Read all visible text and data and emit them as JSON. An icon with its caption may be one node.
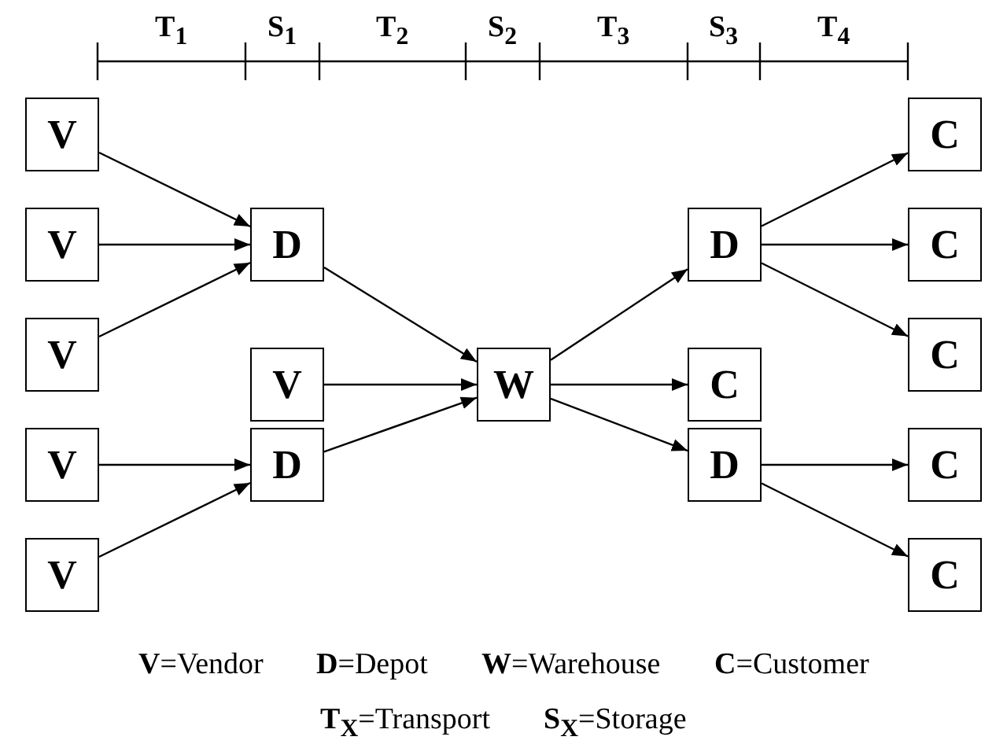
{
  "diagram": {
    "nodes": [
      {
        "text": [
          "V"
        ]
      },
      {
        "text": [
          "V"
        ]
      },
      {
        "text": [
          "V"
        ]
      },
      {
        "text": [
          "V"
        ]
      },
      {
        "text": [
          "V"
        ]
      },
      {
        "text": [
          "D"
        ]
      },
      {
        "text": [
          "V"
        ]
      },
      {
        "text": [
          "D"
        ]
      },
      {
        "text": [
          "W"
        ]
      },
      {
        "text": [
          "D"
        ]
      },
      {
        "text": [
          "C"
        ]
      },
      {
        "text": [
          "D"
        ]
      },
      {
        "text": [
          "C"
        ]
      },
      {
        "text": [
          "C"
        ]
      },
      {
        "text": [
          "C"
        ]
      },
      {
        "text": [
          "C"
        ]
      },
      {
        "text": [
          "C"
        ]
      }
    ],
    "edges": [
      {
        "from": 0,
        "to": 5,
        "arrow": "to"
      },
      {
        "from": 1,
        "to": 5,
        "arrow": "to"
      },
      {
        "from": 2,
        "to": 5,
        "arrow": "to"
      },
      {
        "from": 3,
        "to": 7,
        "arrow": "to"
      },
      {
        "from": 4,
        "to": 7,
        "arrow": "to"
      },
      {
        "from": 5,
        "to": 8,
        "arrow": "to"
      },
      {
        "from": 6,
        "to": 8,
        "arrow": "to"
      },
      {
        "from": 7,
        "to": 8,
        "arrow": "to"
      },
      {
        "from": 8,
        "to": 9,
        "arrow": "to"
      },
      {
        "from": 8,
        "to": 10,
        "arrow": "to"
      },
      {
        "from": 8,
        "to": 11,
        "arrow": "to"
      },
      {
        "from": 9,
        "to": 12,
        "arrow": "to"
      },
      {
        "from": 9,
        "to": 13,
        "arrow": "to"
      },
      {
        "from": 9,
        "to": 14,
        "arrow": "to"
      },
      {
        "from": 11,
        "to": 15,
        "arrow": "to"
      },
      {
        "from": 11,
        "to": 16,
        "arrow": "to"
      }
    ],
    "labels": [
      "T$_{1}$",
      "S$_{1}$",
      "T$_{2}$",
      "S$_{2}$",
      "T$_{3}$",
      "S$_{3}$",
      "T$_{4}$",
      "**V**=Vendor",
      "**D**=Depot",
      "**W**=Warehouse",
      "**C**=Customer",
      "**T$_{X}$**=Transport",
      "**S$_{X}$**=Storage"
    ]
  }
}
